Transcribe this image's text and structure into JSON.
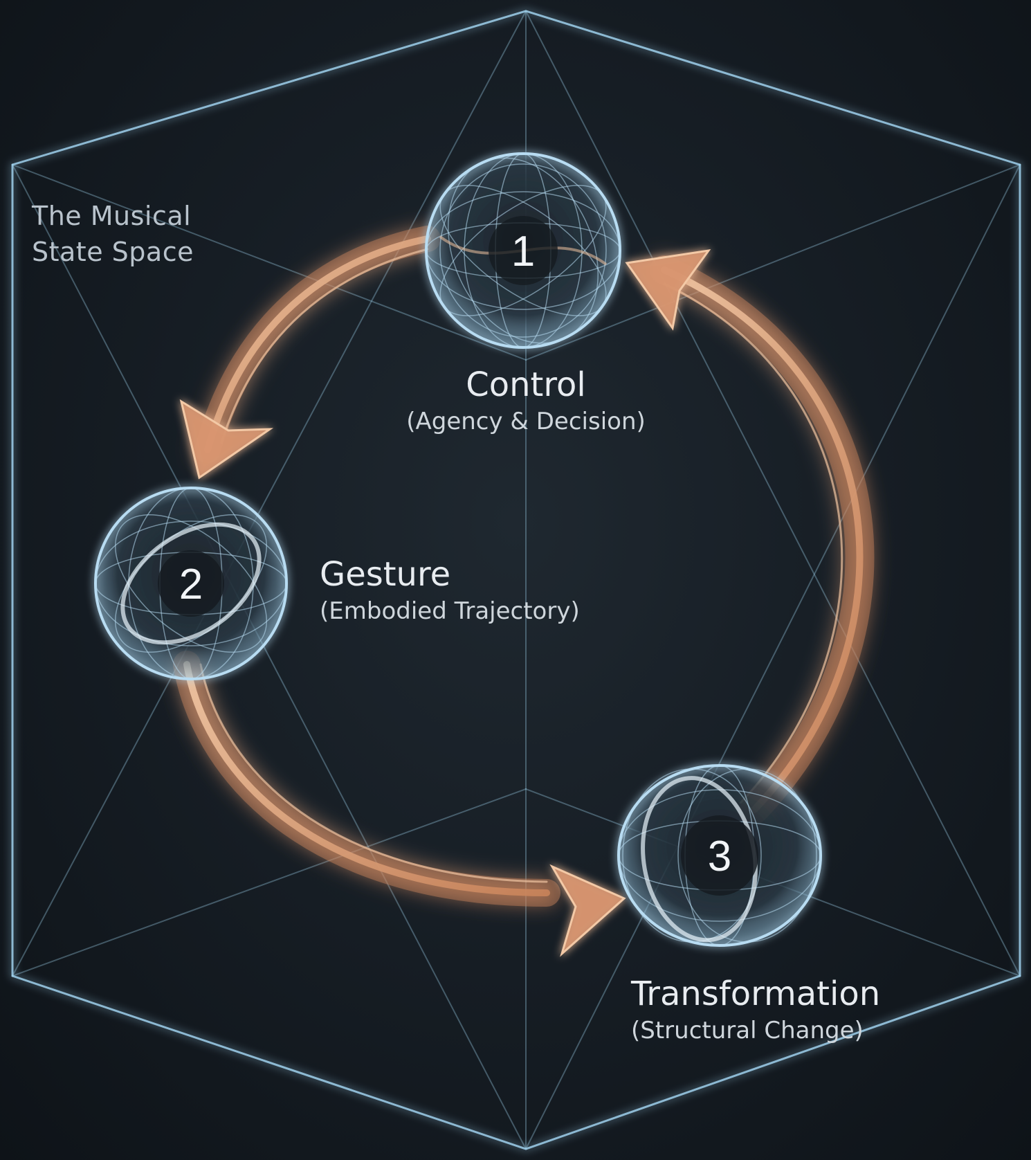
{
  "space": {
    "title_line1": "The Musical",
    "title_line2": "State Space"
  },
  "nodes": [
    {
      "number": "1",
      "name": "Control",
      "description": "(Agency & Decision)"
    },
    {
      "number": "2",
      "name": "Gesture",
      "description": "(Embodied Trajectory)"
    },
    {
      "number": "3",
      "name": "Transformation",
      "description": "(Structural Change)"
    }
  ],
  "colors": {
    "background": "#161d24",
    "cube_edges": "#9fd0ec",
    "arrows": "#e2a57c",
    "sphere_mesh": "#b8dcf2",
    "text": "#e8ecf0"
  },
  "icons": {
    "node_shape": "wireframe-sphere",
    "flow": "curved-arrow"
  }
}
